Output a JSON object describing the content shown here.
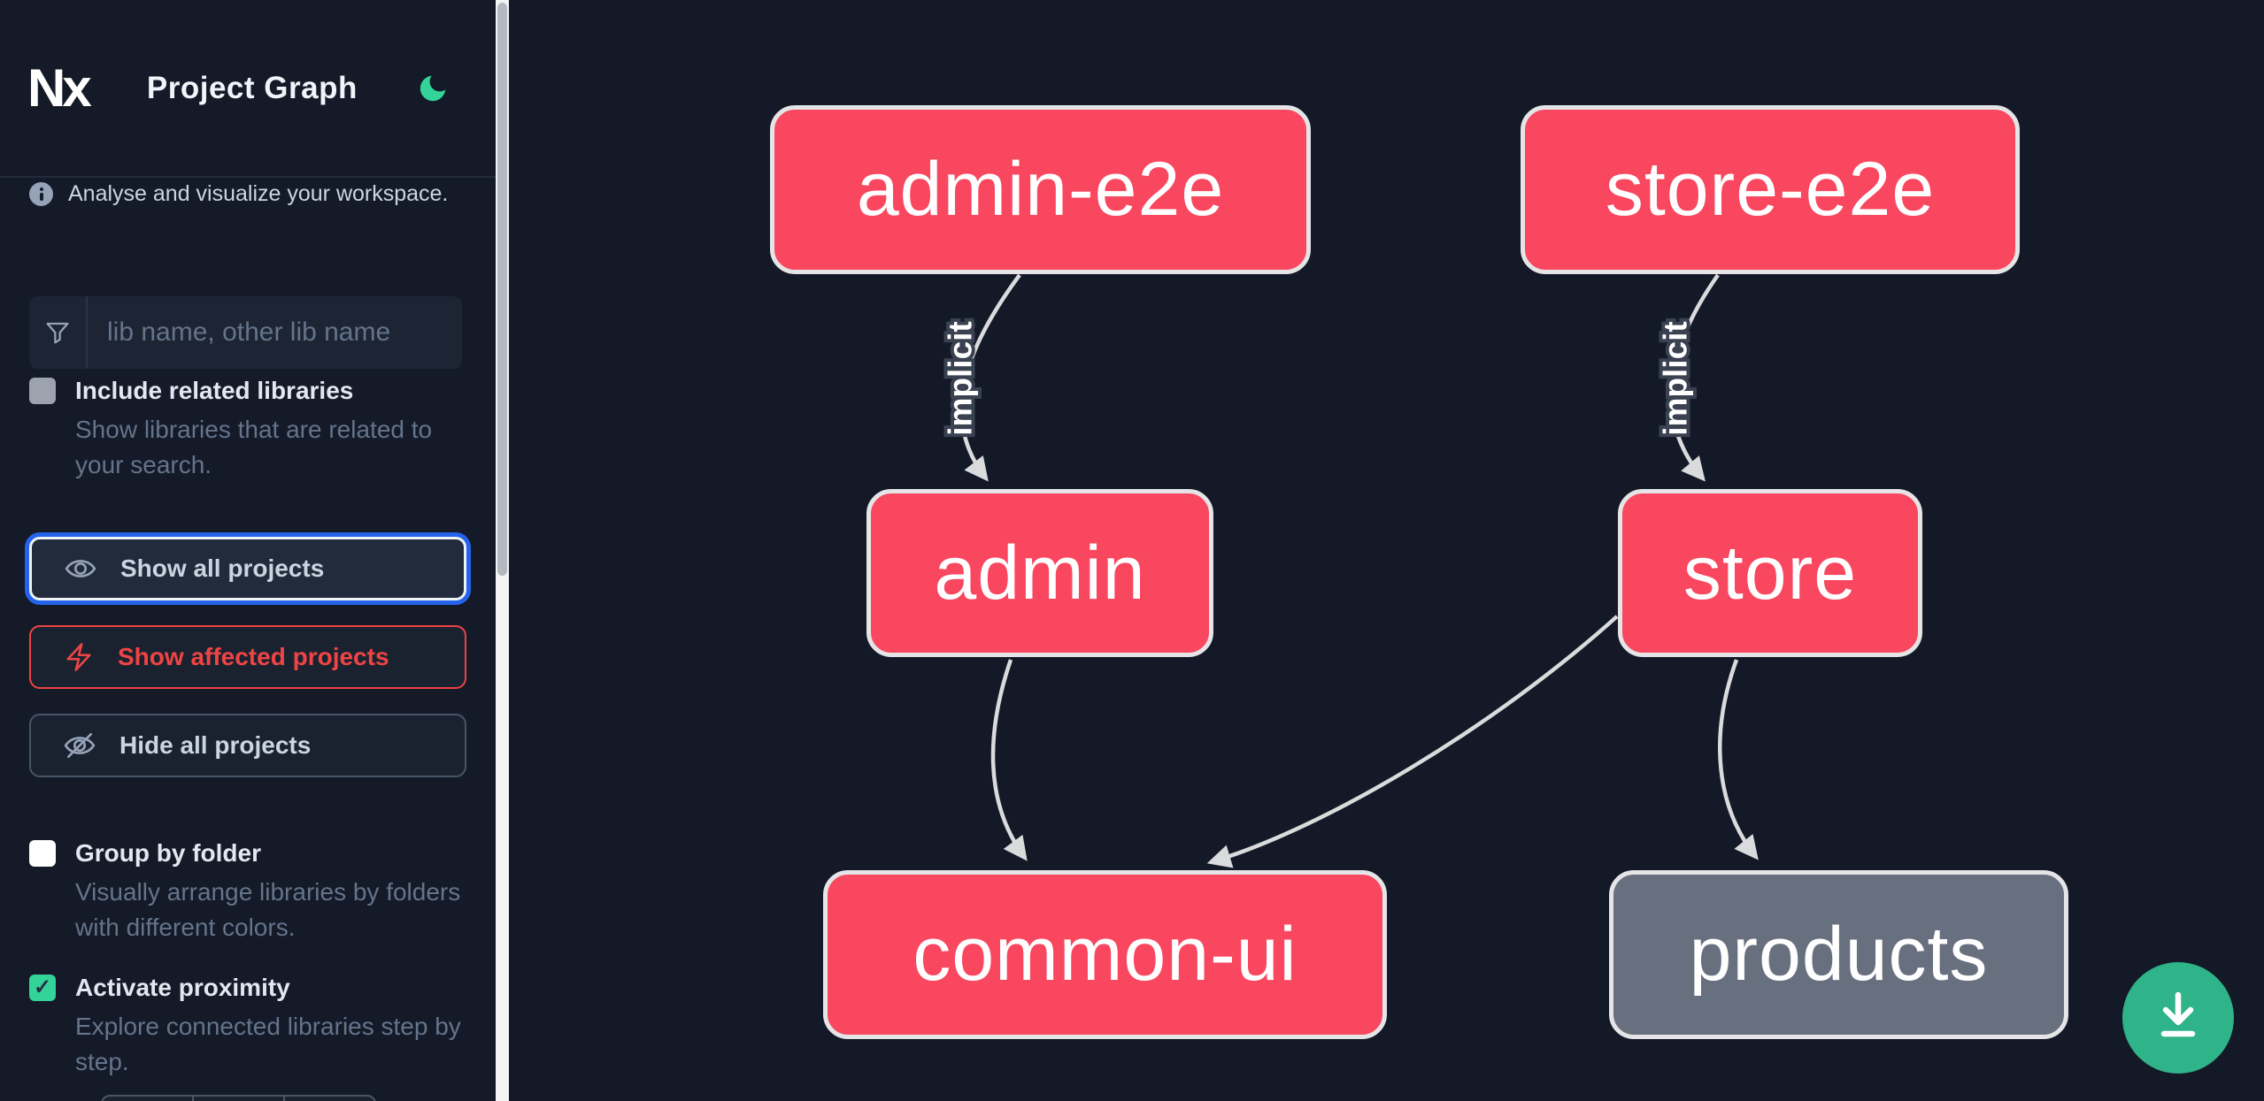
{
  "header": {
    "logo": "Nx",
    "title": "Project Graph"
  },
  "sidebar": {
    "tagline": "Analyse and visualize your workspace.",
    "search_placeholder": "lib name, other lib name",
    "include_related": {
      "label": "Include related libraries",
      "desc": "Show libraries that are related to your search.",
      "checked": false
    },
    "actions": {
      "show_all": "Show all projects",
      "show_affected": "Show affected projects",
      "hide_all": "Hide all projects"
    },
    "group_by_folder": {
      "label": "Group by folder",
      "desc": "Visually arrange libraries by folders with different colors.",
      "checked": false
    },
    "proximity": {
      "label": "Activate proximity",
      "desc": "Explore connected libraries step by step.",
      "checked": true
    }
  },
  "icons": {
    "check": "✓"
  },
  "graph": {
    "nodes": [
      {
        "id": "admin-e2e",
        "label": "admin-e2e",
        "type": "affected"
      },
      {
        "id": "store-e2e",
        "label": "store-e2e",
        "type": "affected"
      },
      {
        "id": "admin",
        "label": "admin",
        "type": "affected"
      },
      {
        "id": "store",
        "label": "store",
        "type": "affected"
      },
      {
        "id": "common-ui",
        "label": "common-ui",
        "type": "affected"
      },
      {
        "id": "products",
        "label": "products",
        "type": "normal"
      }
    ],
    "edges": [
      {
        "from": "admin-e2e",
        "to": "admin",
        "label": "implicit"
      },
      {
        "from": "store-e2e",
        "to": "store",
        "label": "implicit"
      },
      {
        "from": "admin",
        "to": "common-ui",
        "label": ""
      },
      {
        "from": "store",
        "to": "common-ui",
        "label": ""
      },
      {
        "from": "store",
        "to": "products",
        "label": ""
      }
    ]
  },
  "colors": {
    "background": "#131927",
    "affected_node": "#f9475f",
    "normal_node": "#68707f",
    "edge": "#dadbdd",
    "accent_green": "#2fb389",
    "focus_blue": "#2563eb",
    "danger_red": "#ef4444"
  }
}
